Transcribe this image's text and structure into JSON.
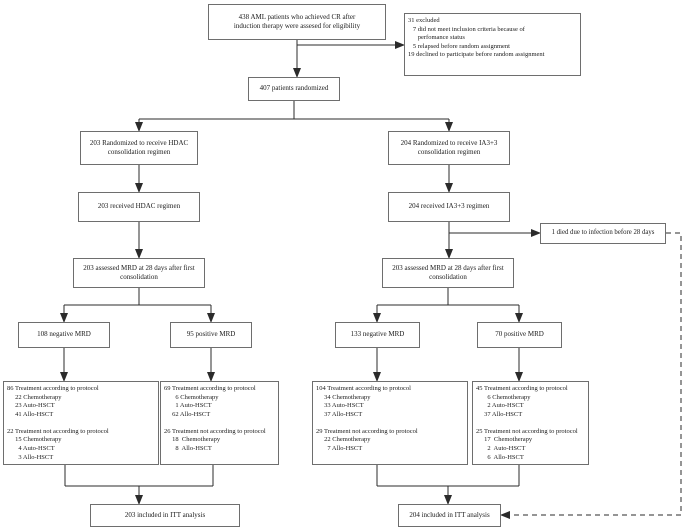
{
  "figure_type": "consort-flow-diagram",
  "colors": {
    "line": "#2b2b2b",
    "box_border": "#6e6e6e",
    "text": "#1a1a1a",
    "box_bg": "#ffffff",
    "background": "#ffffff"
  },
  "boxes": {
    "eligibility": "438 AML patients who achieved CR after\ninduction therapy were assesed for eligibility",
    "excluded": "31 excluded\n   7 did not meet inclusion criteria because of\n      perfomance status\n   5 relapsed before random assignment\n19 declined to participate before random assignment",
    "randomized": "407 patients randomized",
    "arm_hdac": "203 Randomized to receive HDAC\nconsolidation regimen",
    "arm_ia33": "204 Randomized to receive IA3+3\nconsolidation regimen",
    "received_hdac": "203 received HDAC regimen",
    "received_ia33": "204 received IA3+3 regimen",
    "died": "1 died due to infection before 28 days",
    "assessed_hdac": "203 assessed MRD at 28 days after first\nconsolidation",
    "assessed_ia33": "203 assessed MRD at 28 days after first\nconsolidation",
    "mrd_negative_hdac": "108 negative MRD",
    "mrd_positive_hdac": "95 positive MRD",
    "mrd_negative_ia33": "133 negative MRD",
    "mrd_positive_ia33": "70 positive MRD",
    "treatment_neg_hdac": "86 Treatment according to protocol\n     22 Chemotherapy\n     23 Auto-HSCT\n     41 Allo-HSCT\n\n22 Treatment not according to protocol\n     15 Chemotherapy\n       4 Auto-HSCT\n       3 Allo-HSCT",
    "treatment_pos_hdac": "69 Treatment according to protocol\n       6 Chemotherapy\n       1 Auto-HSCT\n     62 Allo-HSCT\n\n26 Treatment not according to protocol\n     18  Chemotherapy\n       8  Allo-HSCT",
    "treatment_neg_ia33": "104 Treatment according to protocol\n     34 Chemotherapy\n     33 Auto-HSCT\n     37 Allo-HSCT\n\n29 Treatment not according to protocol\n     22 Chemotherapy\n       7 Allo-HSCT",
    "treatment_pos_ia33": "45 Treatment according to protocol\n       6 Chemotherapy\n       2 Auto-HSCT\n     37 Allo-HSCT\n\n25 Treatment not according to protocol\n     17  Chemotherapy\n       2  Auto-HSCT\n       6  Allo-HSCT",
    "itt_hdac": "203 included in ITT analysis",
    "itt_ia33": "204 included in ITT analysis"
  }
}
